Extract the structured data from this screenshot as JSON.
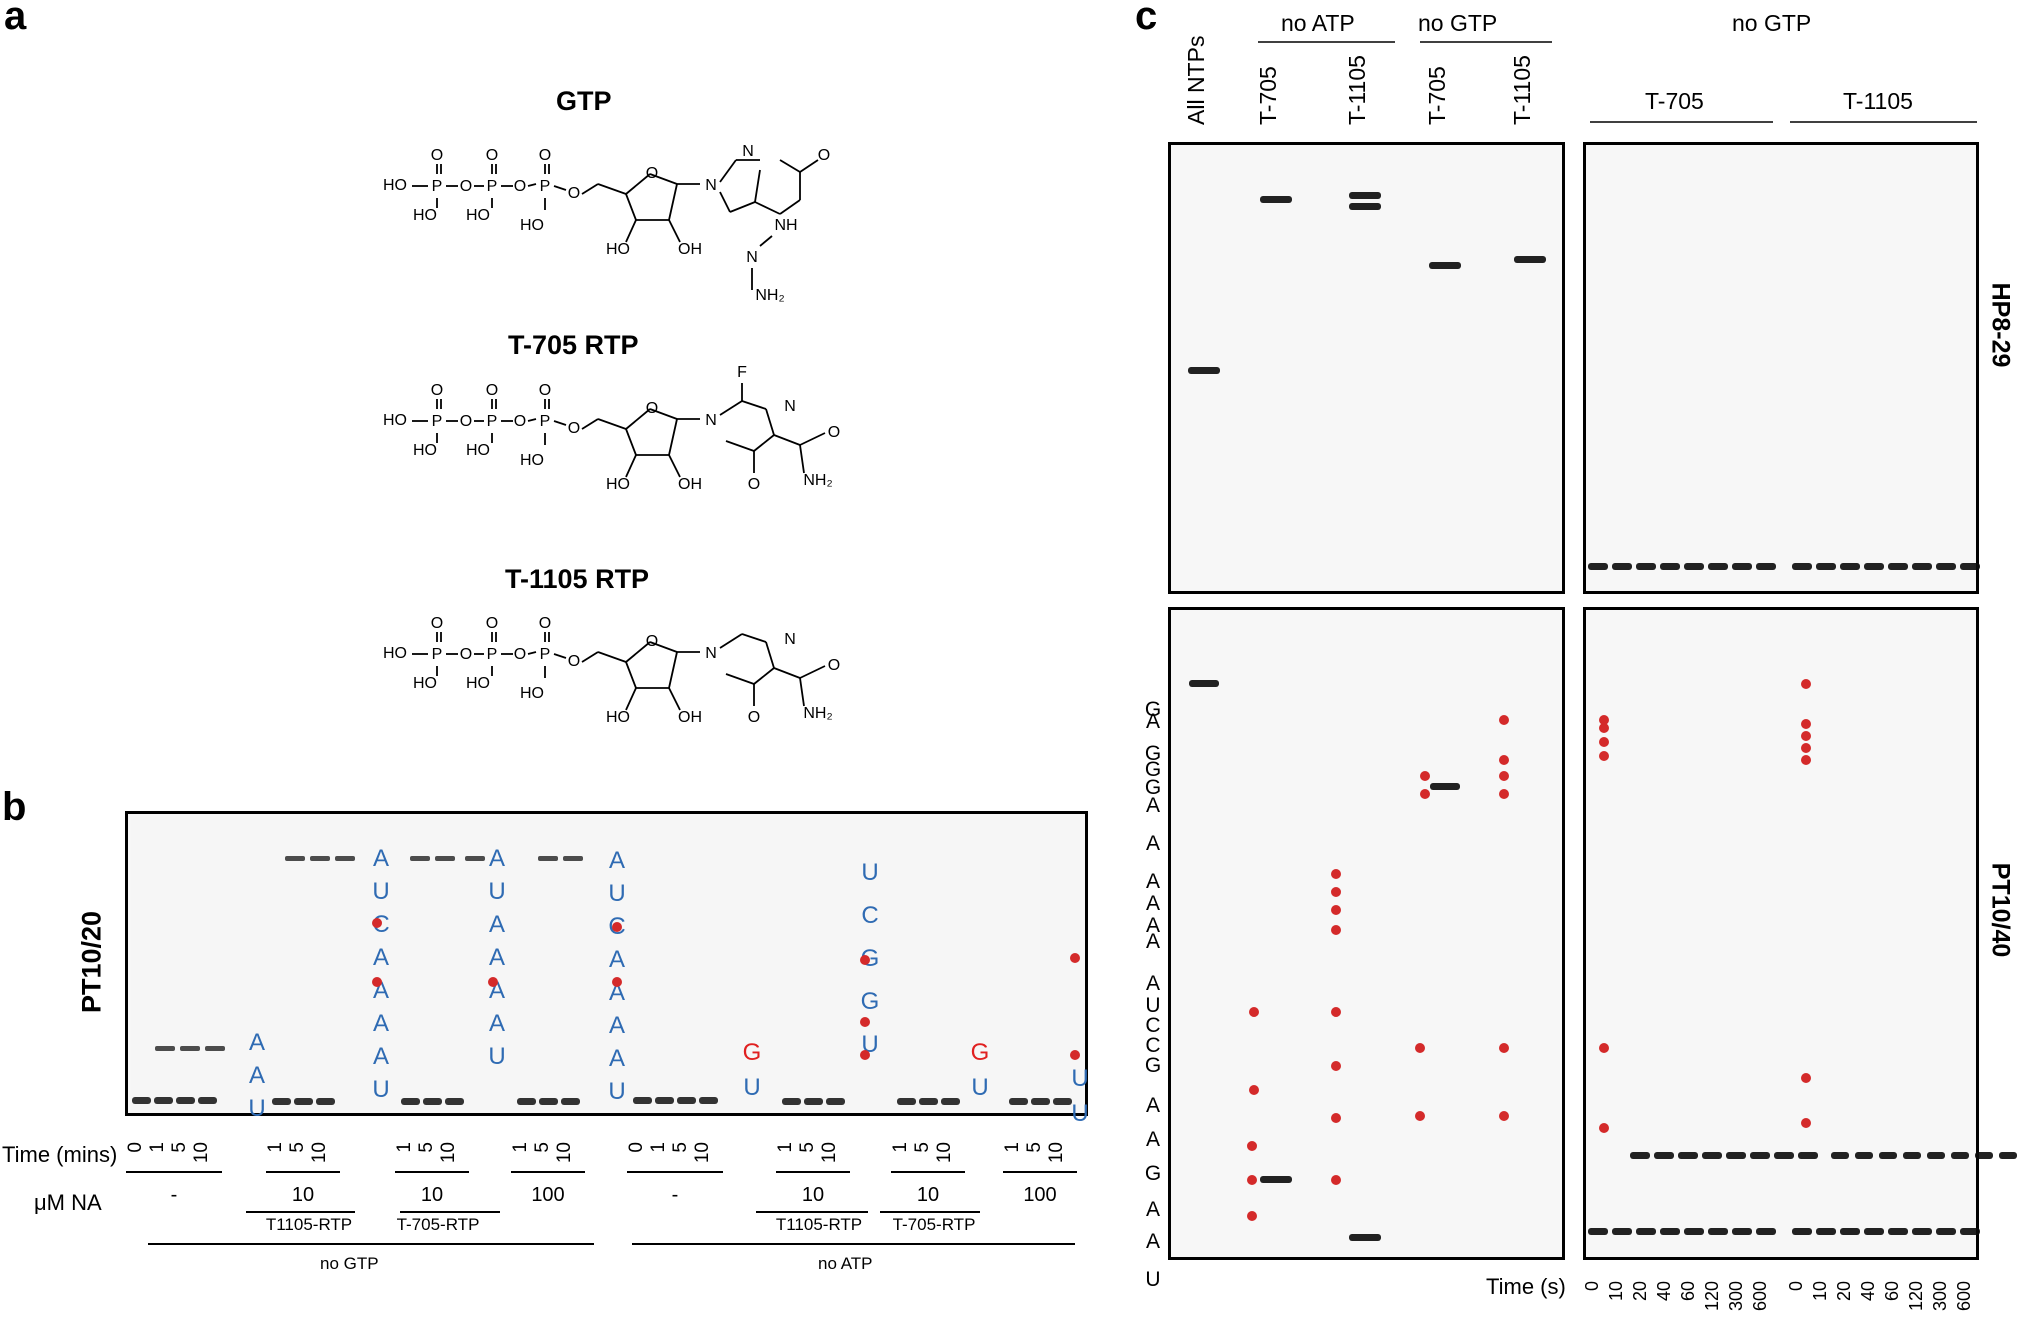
{
  "panels": {
    "a": "a",
    "b": "b",
    "c": "c"
  },
  "panel_a": {
    "compounds": [
      {
        "name": "GTP"
      },
      {
        "name": "T-705 RTP"
      },
      {
        "name": "T-1105 RTP"
      }
    ],
    "atom_labels": {
      "HO": "HO",
      "O": "O",
      "P": "P",
      "OH": "OH",
      "N": "N",
      "NH": "NH",
      "NH2": "NH₂",
      "F": "F"
    }
  },
  "panel_b": {
    "substrate_label": "PT10/20",
    "time_label": "Time (mins)",
    "na_label": "μM NA",
    "gtp_condition": "no GTP",
    "atp_condition": "no ATP",
    "time_groups": [
      [
        "0",
        "1",
        "5",
        "10"
      ],
      [
        "1",
        "5",
        "10"
      ],
      [
        "1",
        "5",
        "10"
      ],
      [
        "1",
        "5",
        "10"
      ],
      [
        "0",
        "1",
        "5",
        "10"
      ],
      [
        "1",
        "5",
        "10"
      ],
      [
        "1",
        "5",
        "10"
      ],
      [
        "1",
        "5",
        "10"
      ]
    ],
    "na_values": [
      "-",
      "10",
      "10",
      "100",
      "-",
      "10",
      "10",
      "100"
    ],
    "na_names": [
      "T1105-RTP",
      "T-705-RTP",
      "T1105-RTP",
      "T-705-RTP"
    ],
    "lane_sequences": [
      [
        "A",
        "A",
        "U"
      ],
      [
        "A",
        "U",
        "C",
        "A",
        "A",
        "A",
        "A",
        "U"
      ],
      [
        "A",
        "U",
        "A",
        "A",
        "A",
        "A",
        "U"
      ],
      [
        "A",
        "U",
        "C",
        "A",
        "A",
        "A",
        "A",
        "U"
      ],
      [
        "G",
        "U"
      ],
      [
        "U",
        "C",
        "G",
        "G",
        "U"
      ],
      [
        "G",
        "U"
      ],
      [
        "U",
        "U"
      ]
    ]
  },
  "panel_c": {
    "lanes_left": [
      "All NTPs",
      "T-705",
      "T-1105",
      "T-705",
      "T-1105"
    ],
    "groups_left": [
      "no ATP",
      "no GTP"
    ],
    "right_title": "no GTP",
    "right_groups": [
      "T-705",
      "T-1105"
    ],
    "substrates": [
      "HP8-29",
      "PT10/40"
    ],
    "ladder": [
      "G",
      "A",
      "G",
      "G",
      "G",
      "A",
      "A",
      "A",
      "A",
      "A",
      "A",
      "A",
      "U",
      "C",
      "C",
      "G",
      "A",
      "A",
      "G",
      "A",
      "A",
      "U"
    ],
    "time_label": "Time (s)",
    "times": [
      "0",
      "10",
      "20",
      "40",
      "60",
      "120",
      "300",
      "600"
    ]
  },
  "colors": {
    "blue": "#2f6bb3",
    "red": "#e02020",
    "marker": "#d42a2a"
  }
}
